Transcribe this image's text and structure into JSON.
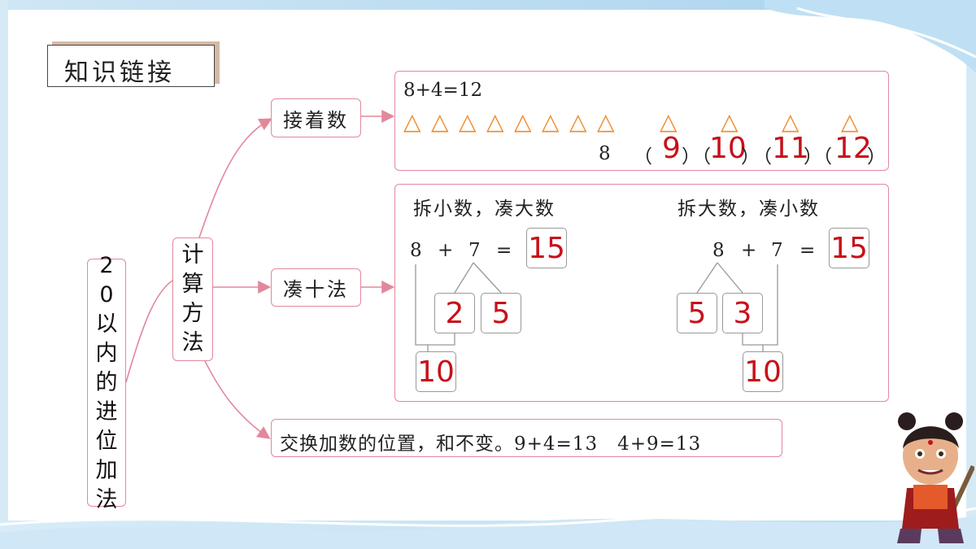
{
  "header": {
    "title": "知识链接"
  },
  "root": {
    "label": "20以内的进位加法"
  },
  "method": {
    "label": "计算方法"
  },
  "branches": {
    "count_on": "接着数",
    "make_ten": "凑十法",
    "swap": "交换加数的位置，和不变。9+4=13　4+9=13"
  },
  "count_on_box": {
    "equation": "8+4=12",
    "triangle": "△",
    "start": "8",
    "open_paren": "（",
    "close_paren": "）",
    "answers": [
      "9",
      "10",
      "11",
      "12"
    ]
  },
  "make_ten_box": {
    "left_title": "拆小数，凑大数",
    "right_title": "拆大数，凑小数",
    "left": {
      "a": "8",
      "plus": "+",
      "b": "7",
      "eq": "=",
      "result": "15",
      "split": [
        "2",
        "5"
      ],
      "ten": "10"
    },
    "right": {
      "a": "8",
      "plus": "+",
      "b": "7",
      "eq": "=",
      "result": "15",
      "split": [
        "5",
        "3"
      ],
      "ten": "10"
    }
  },
  "colors": {
    "border": "#e2889c",
    "triangle": "#f08a2a",
    "answer": "#c8101a"
  }
}
